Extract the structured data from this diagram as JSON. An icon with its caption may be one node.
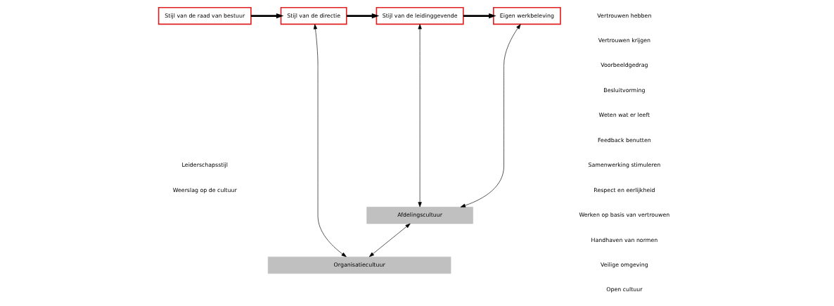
{
  "diagram": {
    "nodes": [
      {
        "text": [
          "Stijl van de raad van bestuur"
        ]
      },
      {
        "text": [
          "Stijl van de directie"
        ]
      },
      {
        "text": [
          "Stijl van de leidinggevende"
        ]
      },
      {
        "text": [
          "Eigen werkbeleving"
        ]
      },
      {
        "text": [
          "Afdelingscultuur"
        ]
      },
      {
        "text": [
          "Organisatiecultuur"
        ]
      }
    ],
    "edges": [
      {
        "from": 0,
        "to": 1,
        "arrow": "to",
        "style": "thick"
      },
      {
        "from": 1,
        "to": 2,
        "arrow": "to",
        "style": "thick"
      },
      {
        "from": 2,
        "to": 3,
        "arrow": "to",
        "style": "thick"
      },
      {
        "from": 1,
        "to": 5,
        "arrow": "both"
      },
      {
        "from": 2,
        "to": 4,
        "arrow": "both"
      },
      {
        "from": 3,
        "to": 4,
        "arrow": "both"
      },
      {
        "from": 4,
        "to": 5,
        "arrow": "both"
      }
    ],
    "labels": [
      "Leiderschapsstijl",
      "Weerslag op de cultuur",
      "Vertrouwen hebben",
      "Vertrouwen krijgen",
      "Voorbeeldgedrag",
      "Besluitvorming",
      "Weten wat er leeft",
      "Feedback benutten",
      "Samenwerking stimuleren",
      "Respect en eerlijkheid",
      "Werken op basis van vertrouwen",
      "Handhaven van normen",
      "Veilige omgeving",
      "Open cultuur"
    ]
  }
}
